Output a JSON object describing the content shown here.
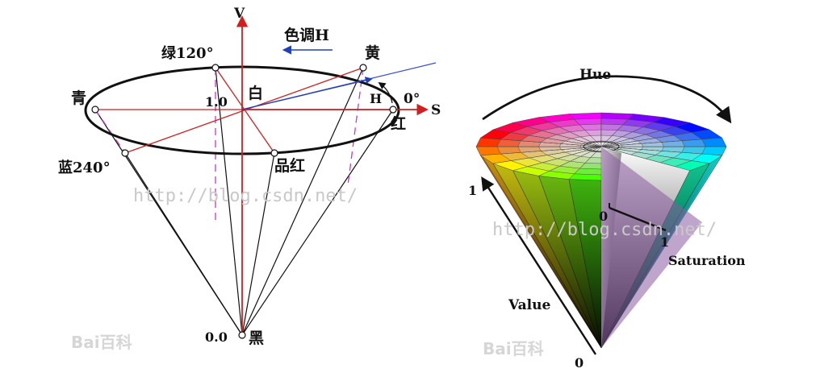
{
  "left_diagram": {
    "axis_v": "V",
    "axis_s": "S",
    "hue_title": "色调H",
    "h_marker": "H",
    "labels": {
      "green": "绿120°",
      "yellow": "黄",
      "cyan": "青",
      "white_value": "1.0",
      "white": "白",
      "zero_deg": "0°",
      "red": "红",
      "blue": "蓝240°",
      "magenta": "品红",
      "black_value": "0.0",
      "black": "黑"
    }
  },
  "right_diagram": {
    "hue": "Hue",
    "value": "Value",
    "saturation": "Saturation",
    "one_top": "1",
    "zero_bottom": "0",
    "zero_center": "0",
    "one_sat": "1"
  },
  "watermarks": {
    "left_url": "http://blog.csdn.net/",
    "right_url": "http://blog.csdn.net/",
    "logo": "Bai百科"
  },
  "colors": {
    "axis_red": "#d11f1f",
    "hue_arrow_blue": "#1f3fbf",
    "dash_magenta": "#c43ac4"
  }
}
